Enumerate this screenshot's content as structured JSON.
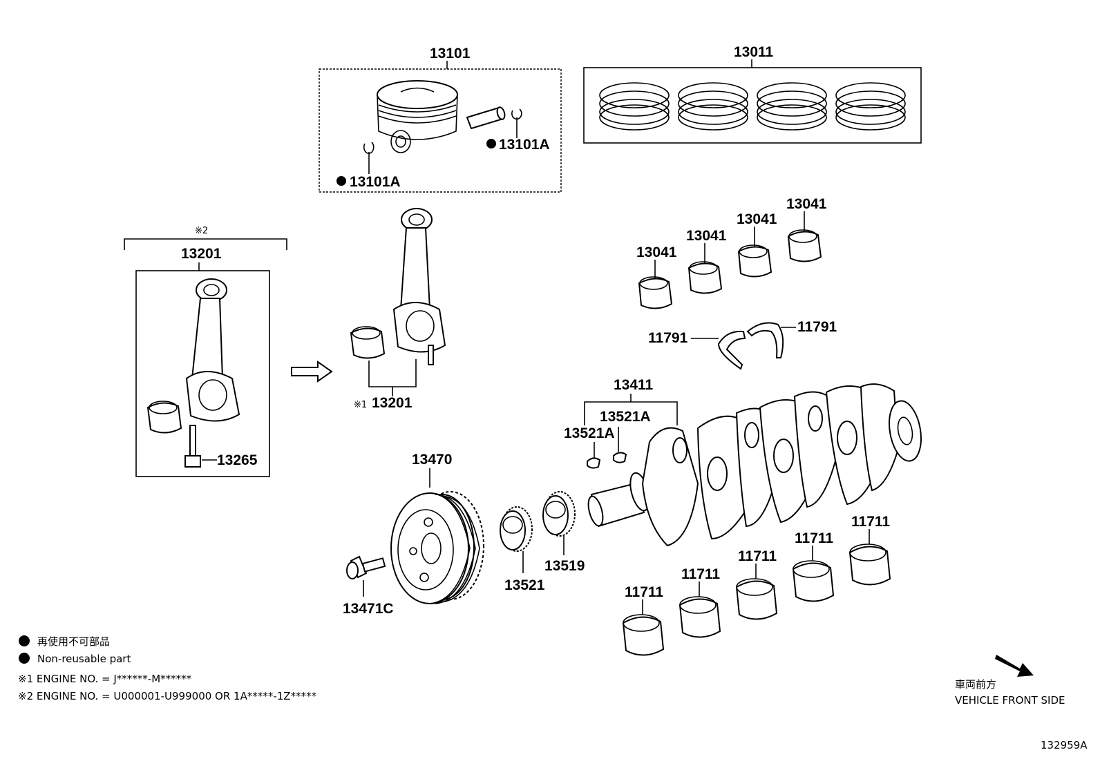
{
  "parts": {
    "piston_set": "13101",
    "piston_clip_right": "13101A",
    "piston_clip_left": "13101A",
    "ring_set": "13011",
    "bearing_a": "13041",
    "bearing_b": "13041",
    "bearing_c": "13041",
    "bearing_d": "13041",
    "thrust_left": "11791",
    "thrust_right": "11791",
    "rod_assembly": "13201",
    "rod_bolt": "13265",
    "rod_note_mark": "※2",
    "rod_sub": "13201",
    "rod_sub_mark": "※1",
    "crankshaft": "13411",
    "key_upper": "13521A",
    "key_lower": "13521A",
    "pulley": "13470",
    "pulley_bolt": "13471C",
    "gear_left": "13521",
    "gear_right": "13519",
    "main_bearing_1": "11711",
    "main_bearing_2": "11711",
    "main_bearing_3": "11711",
    "main_bearing_4": "11711",
    "main_bearing_5": "11711"
  },
  "legend": {
    "jp": "再使用不可部品",
    "en": "Non-reusable part",
    "note1": "※1 ENGINE NO. = J******-M******",
    "note2": "※2 ENGINE NO. = U000001-U999000 OR 1A*****-1Z*****"
  },
  "direction": {
    "jp": "車両前方",
    "en": "VEHICLE FRONT SIDE"
  },
  "diagram_id": "132959A"
}
